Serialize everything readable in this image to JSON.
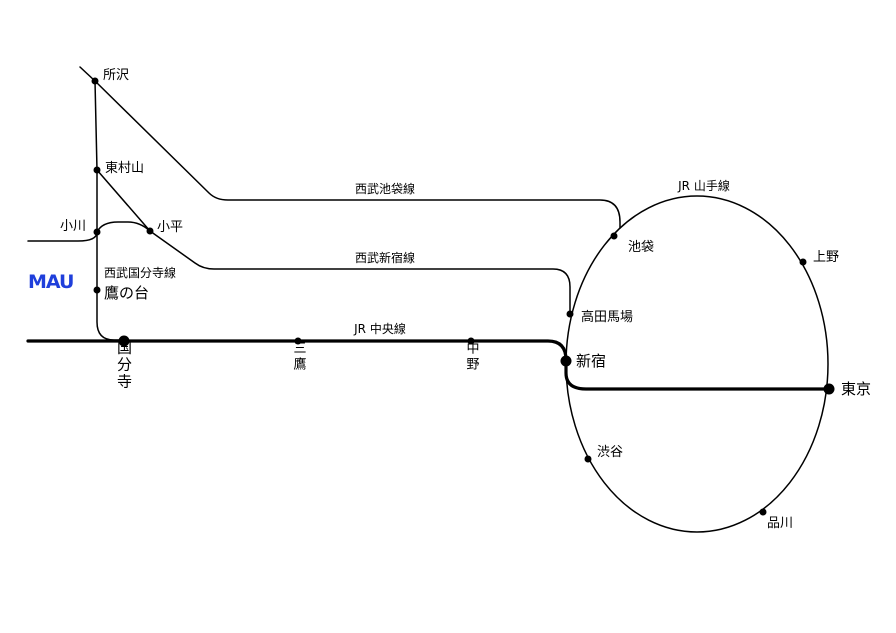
{
  "logo": "MAU",
  "colors": {
    "logo": "#1f3fdb",
    "line": "#000000",
    "background": "#ffffff"
  },
  "lines": {
    "ikebukuro": "西武池袋線",
    "shinjuku": "西武新宿線",
    "chuo": "JR 中央線",
    "yamanote": "JR 山手線",
    "kokubunji": "西武国分寺線"
  },
  "stations": {
    "tokorozawa": "所沢",
    "higashimurayama": "東村山",
    "ogawa": "小川",
    "kodaira": "小平",
    "takanodai": "鷹の台",
    "kokubunji": "国分寺",
    "mitaka": "三鷹",
    "nakano": "中野",
    "ikebukuro": "池袋",
    "takadanobaba": "高田馬場",
    "shinjuku": "新宿",
    "ueno": "上野",
    "tokyo": "東京",
    "shibuya": "渋谷",
    "shinagawa": "品川"
  }
}
